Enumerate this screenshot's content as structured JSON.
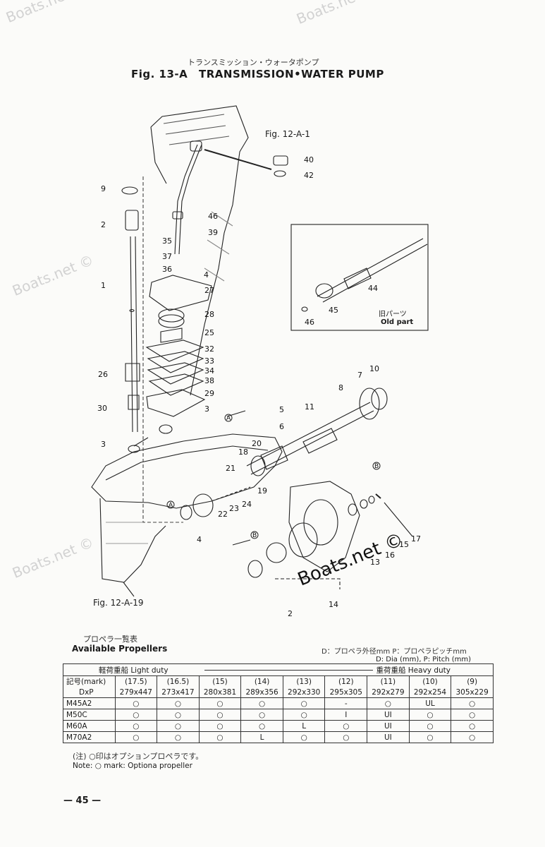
{
  "watermarks": [
    "Boats.net",
    "Boats.net",
    "Boats.net ©",
    "Boats.net ©",
    "Boats.net ©"
  ],
  "header": {
    "jp_title": "トランスミッション・ウォータポンプ",
    "fig_label": "Fig. 13-A",
    "title": "TRANSMISSION•WATER PUMP"
  },
  "diagram": {
    "ref_top": "Fig. 12-A-1",
    "ref_bottom": "Fig. 12-A-19",
    "old_part_jp": "旧パーツ",
    "old_part_label": "Old part",
    "part_numbers": [
      "40",
      "42",
      "46",
      "39",
      "35",
      "37",
      "36",
      "4",
      "27",
      "28",
      "25",
      "32",
      "33",
      "34",
      "38",
      "29",
      "3",
      "9",
      "2",
      "1",
      "26",
      "30",
      "3",
      "5",
      "6",
      "11",
      "8",
      "10",
      "7",
      "20",
      "18",
      "21",
      "19",
      "24",
      "23",
      "22",
      "4",
      "17",
      "15",
      "16",
      "13",
      "14",
      "2",
      "44",
      "45",
      "46"
    ],
    "arrow_labels": [
      "A",
      "B",
      "A",
      "B"
    ]
  },
  "propellers": {
    "jp_heading": "プロペラ一覧表",
    "heading": "Available Propellers",
    "legend_jp": "D：プロペラ外径mm  P：プロペラピッチmm",
    "legend": "D: Dia (mm), P: Pitch (mm)",
    "light_duty": "軽荷重船 Light duty",
    "heavy_duty": "重荷重船 Heavy duty",
    "mark_header": "記号(mark)",
    "dxp_header": "DxP",
    "columns": [
      {
        "mark": "(17.5)",
        "size": "279x447"
      },
      {
        "mark": "(16.5)",
        "size": "273x417"
      },
      {
        "mark": "(15)",
        "size": "280x381"
      },
      {
        "mark": "(14)",
        "size": "289x356"
      },
      {
        "mark": "(13)",
        "size": "292x330"
      },
      {
        "mark": "(12)",
        "size": "295x305"
      },
      {
        "mark": "(11)",
        "size": "292x279"
      },
      {
        "mark": "(10)",
        "size": "292x254"
      },
      {
        "mark": "(9)",
        "size": "305x229"
      }
    ],
    "rows": [
      {
        "model": "M45A2",
        "cells": [
          "○",
          "○",
          "○",
          "○",
          "○",
          "-",
          "○",
          "UL",
          "○"
        ]
      },
      {
        "model": "M50C",
        "cells": [
          "○",
          "○",
          "○",
          "○",
          "○",
          "I",
          "UI",
          "○",
          "○"
        ]
      },
      {
        "model": "M60A",
        "cells": [
          "○",
          "○",
          "○",
          "○",
          "L",
          "○",
          "UI",
          "○",
          "○"
        ]
      },
      {
        "model": "M70A2",
        "cells": [
          "○",
          "○",
          "○",
          "L",
          "○",
          "○",
          "UI",
          "○",
          "○"
        ]
      }
    ],
    "note_jp": "(注) ○印はオプションプロペラです。",
    "note": "Note: ○ mark: Optiona propeller"
  },
  "footer": {
    "page": "— 45 —"
  }
}
